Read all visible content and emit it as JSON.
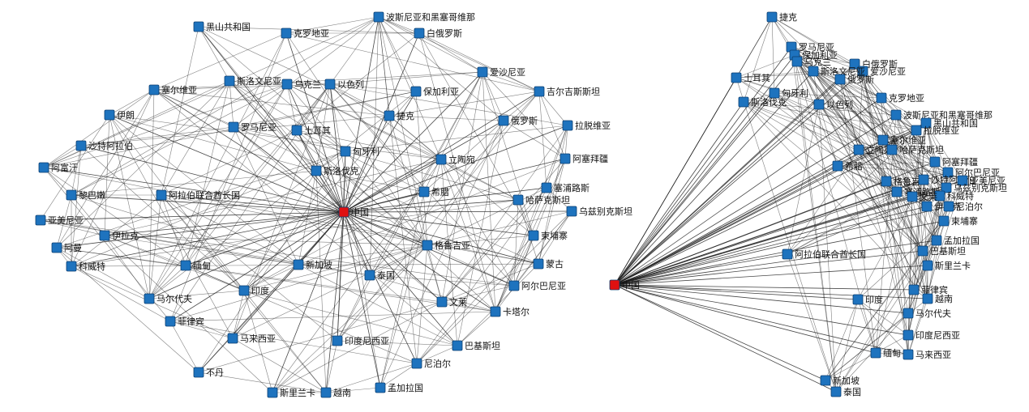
{
  "colors": {
    "node": "#1e73be",
    "node_stroke": "#0b3e70",
    "center": "#e01010",
    "edge": "#1a1a1a"
  },
  "left_network": {
    "center": "中国",
    "nodes": [
      "黑山共和国",
      "克罗地亚",
      "波斯尼亚和黑塞哥维那",
      "白俄罗斯",
      "爱沙尼亚",
      "吉尔吉斯斯坦",
      "塞尔维亚",
      "斯洛文尼亚",
      "乌克兰",
      "以色列",
      "保加利亚",
      "伊朗",
      "罗马尼亚",
      "土耳其",
      "捷克",
      "俄罗斯",
      "拉脱维亚",
      "沙特阿拉伯",
      "匈牙利",
      "立陶宛",
      "阿塞拜疆",
      "阿富汗",
      "斯洛伐克",
      "塞浦路斯",
      "黎巴嫩",
      "阿拉伯联合酋长国",
      "希腊",
      "哈萨克斯坦",
      "乌兹别克斯坦",
      "亚美尼亚",
      "伊拉克",
      "格鲁吉亚",
      "柬埔寨",
      "阿曼",
      "科威特",
      "缅甸",
      "新加坡",
      "蒙古",
      "泰国",
      "阿尔巴尼亚",
      "马尔代夫",
      "印度",
      "文莱",
      "卡塔尔",
      "菲律宾",
      "马来西亚",
      "印度尼西亚",
      "巴基斯坦",
      "尼泊尔",
      "不丹",
      "斯里兰卡",
      "越南",
      "孟加拉国"
    ]
  },
  "right_network": {
    "center": "中国",
    "nodes": [
      "捷克",
      "罗马尼亚",
      "保加利亚",
      "乌克兰",
      "白俄罗斯",
      "爱沙尼亚",
      "土耳其",
      "斯洛文尼亚",
      "俄罗斯",
      "匈牙利",
      "斯洛伐克",
      "以色列",
      "克罗地亚",
      "波斯尼亚和黑塞哥维那",
      "黑山共和国",
      "拉脱维亚",
      "塞尔维亚",
      "立陶宛",
      "哈萨克斯坦",
      "希腊",
      "阿塞拜疆",
      "阿尔巴尼亚",
      "格鲁吉亚",
      "沙特阿拉伯",
      "亚美尼亚",
      "塞浦路斯",
      "乌兹别克斯坦",
      "科威特",
      "伊拉克",
      "尼泊尔",
      "柬埔寨",
      "孟加拉国",
      "阿拉伯联合酋长国",
      "巴基斯坦",
      "斯里兰卡",
      "菲律宾",
      "越南",
      "印度",
      "马尔代夫",
      "印度尼西亚",
      "缅甸",
      "马来西亚",
      "新加坡",
      "泰国",
      "文莱"
    ]
  }
}
